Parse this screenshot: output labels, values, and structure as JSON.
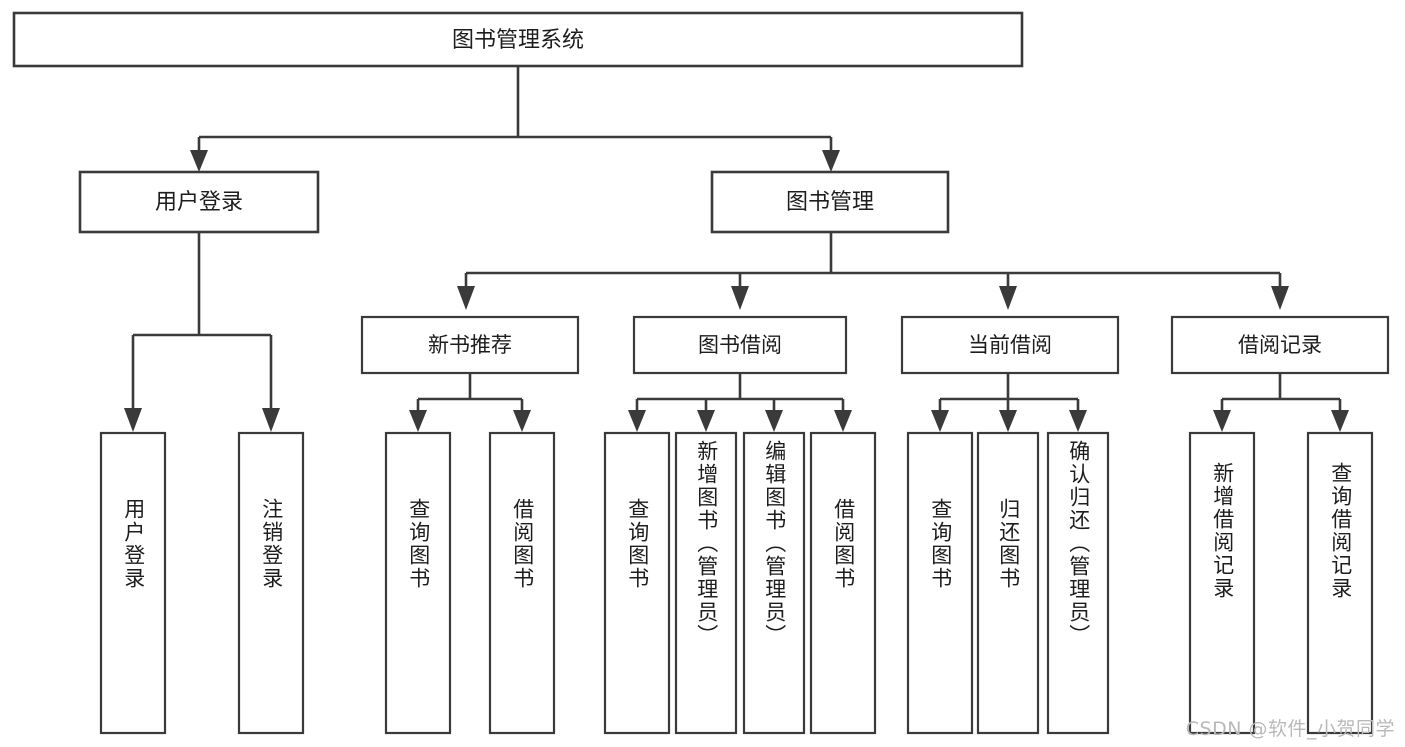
{
  "diagram": {
    "type": "tree-hierarchy-chart",
    "title_node": {
      "id": "root",
      "label": "图书管理系统",
      "orientation": "horizontal"
    },
    "level2": [
      {
        "id": "user-login",
        "label": "用户登录",
        "orientation": "horizontal"
      },
      {
        "id": "book-manage",
        "label": "图书管理",
        "orientation": "horizontal"
      }
    ],
    "level3": [
      {
        "id": "new-book-rec",
        "label": "新书推荐",
        "orientation": "horizontal",
        "parent": "book-manage"
      },
      {
        "id": "book-borrow",
        "label": "图书借阅",
        "orientation": "horizontal",
        "parent": "book-manage"
      },
      {
        "id": "current-borrow",
        "label": "当前借阅",
        "orientation": "horizontal",
        "parent": "book-manage"
      },
      {
        "id": "borrow-record",
        "label": "借阅记录",
        "orientation": "horizontal",
        "parent": "book-manage"
      }
    ],
    "leaves": [
      {
        "id": "leaf-user-login",
        "label": "用户登录",
        "parent": "user-login",
        "orientation": "vertical"
      },
      {
        "id": "leaf-user-logout",
        "label": "注销登录",
        "parent": "user-login",
        "orientation": "vertical"
      },
      {
        "id": "leaf-query-book-rec",
        "label": "查询图书",
        "parent": "new-book-rec",
        "orientation": "vertical"
      },
      {
        "id": "leaf-borrow-book-rec",
        "label": "借阅图书",
        "parent": "new-book-rec",
        "orientation": "vertical"
      },
      {
        "id": "leaf-query-book-borrow",
        "label": "查询图书",
        "parent": "book-borrow",
        "orientation": "vertical"
      },
      {
        "id": "leaf-add-book",
        "label": "新增图书（管理员）",
        "parent": "book-borrow",
        "orientation": "vertical"
      },
      {
        "id": "leaf-edit-book",
        "label": "编辑图书（管理员）",
        "parent": "book-borrow",
        "orientation": "vertical"
      },
      {
        "id": "leaf-borrow-book",
        "label": "借阅图书",
        "parent": "book-borrow",
        "orientation": "vertical"
      },
      {
        "id": "leaf-query-book-current",
        "label": "查询图书",
        "parent": "current-borrow",
        "orientation": "vertical"
      },
      {
        "id": "leaf-return-book",
        "label": "归还图书",
        "parent": "current-borrow",
        "orientation": "vertical"
      },
      {
        "id": "leaf-confirm-return",
        "label": "确认归还（管理员）",
        "parent": "current-borrow",
        "orientation": "vertical"
      },
      {
        "id": "leaf-add-record",
        "label": "新增借阅记录",
        "parent": "borrow-record",
        "orientation": "vertical"
      },
      {
        "id": "leaf-query-record",
        "label": "查询借阅记录",
        "parent": "borrow-record",
        "orientation": "vertical"
      }
    ],
    "colors": {
      "stroke": "#3a3a3a",
      "fill": "#ffffff",
      "text": "#1d1d1d",
      "watermark": "#b9b9b9",
      "background": "#ffffff"
    }
  },
  "watermark": {
    "text": "CSDN @软件_小贺同学"
  }
}
